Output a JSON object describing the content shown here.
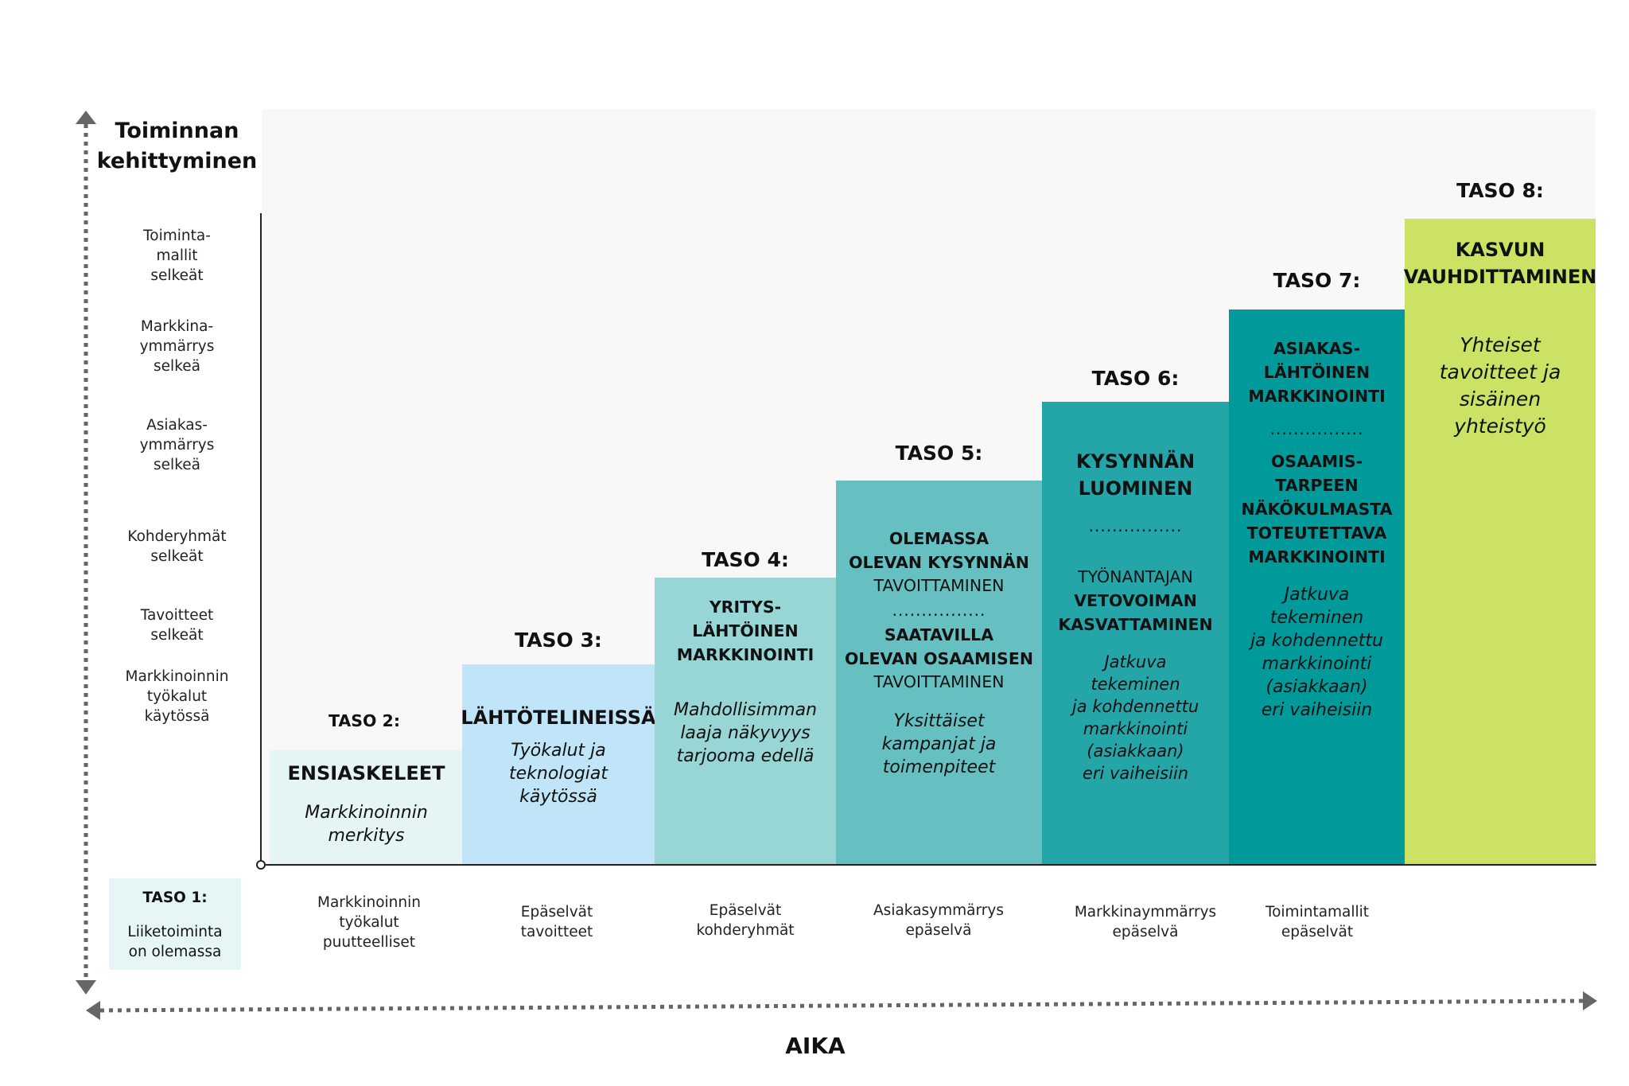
{
  "y_axis": {
    "title_line1": "Toiminnan",
    "title_line2": "kehittyminen",
    "labels": [
      [
        "Toiminta-",
        "mallit",
        "selkeät"
      ],
      [
        "Markkina-",
        "ymmärrys",
        "selkeä"
      ],
      [
        "Asiakas-",
        "ymmärrys",
        "selkeä"
      ],
      [
        "Kohderyhmät",
        "selkeät"
      ],
      [
        "Tavoitteet",
        "selkeät"
      ],
      [
        "Markkinoinnin",
        "työkalut",
        "käytössä"
      ]
    ]
  },
  "x_axis": {
    "title": "AIKA",
    "labels": [
      [
        "Markkinoinnin",
        "työkalut",
        "puutteelliset"
      ],
      [
        "Epäselvät",
        "tavoitteet"
      ],
      [
        "Epäselvät",
        "kohderyhmät"
      ],
      [
        "Asiakasymmärrys",
        "epäselvä"
      ],
      [
        "Markkinaymmärrys",
        "epäselvä"
      ],
      [
        "Toimintamallit",
        "epäselvät"
      ]
    ]
  },
  "taso1": {
    "title": "TASO 1:",
    "line1": "Liiketoiminta",
    "line2": "on olemassa"
  },
  "levels": [
    {
      "label": "TASO 2:",
      "color": "#e5f5f5",
      "title": "ENSIASKELEET",
      "italic": [
        "Markkinoinnin",
        "merkitys"
      ]
    },
    {
      "label": "TASO 3:",
      "color": "#c1e5f8",
      "title": "LÄHTÖTELINEISSÄ",
      "italic": [
        "Työkalut ja",
        "teknologiat",
        "käytössä"
      ]
    },
    {
      "label": "TASO 4:",
      "color": "#98d6d5",
      "title": [
        "YRITYS-",
        "LÄHTÖINEN",
        "MARKKINOINTI"
      ],
      "italic": [
        "Mahdollisimman",
        "laaja näkyvyys",
        "tarjooma edellä"
      ]
    },
    {
      "label": "TASO 5:",
      "color": "#66c0c1",
      "a_bold": [
        "OLEMASSA",
        "OLEVAN KYSYNNÄN"
      ],
      "a_normal": "TAVOITTAMINEN",
      "dots": "................",
      "b_bold": [
        "SAATAVILLA",
        "OLEVAN OSAAMISEN"
      ],
      "b_normal": "TAVOITTAMINEN",
      "italic": [
        "Yksittäiset",
        "kampanjat ja",
        "toimenpiteet"
      ]
    },
    {
      "label": "TASO 6:",
      "color": "#24a6a9",
      "title": [
        "KYSYNNÄN",
        "LUOMINEN"
      ],
      "dots": "................",
      "normal": "TYÖNANTAJAN",
      "bold": [
        "VETOVOIMAN",
        "KASVATTAMINEN"
      ],
      "italic": [
        "Jatkuva",
        "tekeminen",
        "ja kohdennettu",
        "markkinointi",
        "(asiakkaan)",
        "eri vaiheisiin"
      ]
    },
    {
      "label": "TASO 7:",
      "color": "#009a9b",
      "a_bold": [
        "ASIAKAS-",
        "LÄHTÖINEN",
        "MARKKINOINTI"
      ],
      "dots": "................",
      "b_bold": [
        "OSAAMIS-",
        "TARPEEN",
        "NÄKÖKULMASTA",
        "TOTEUTETTAVA",
        "MARKKINOINTI"
      ],
      "italic": [
        "Jatkuva",
        "tekeminen",
        "ja kohdennettu",
        "markkinointi",
        "(asiakkaan)",
        "eri vaiheisiin"
      ]
    },
    {
      "label": "TASO 8:",
      "color": "#cbe264",
      "title": [
        "KASVUN",
        "VAUHDITTAMINEN"
      ],
      "italic": [
        "Yhteiset",
        "tavoitteet ja",
        "sisäinen",
        "yhteistyö"
      ]
    }
  ]
}
